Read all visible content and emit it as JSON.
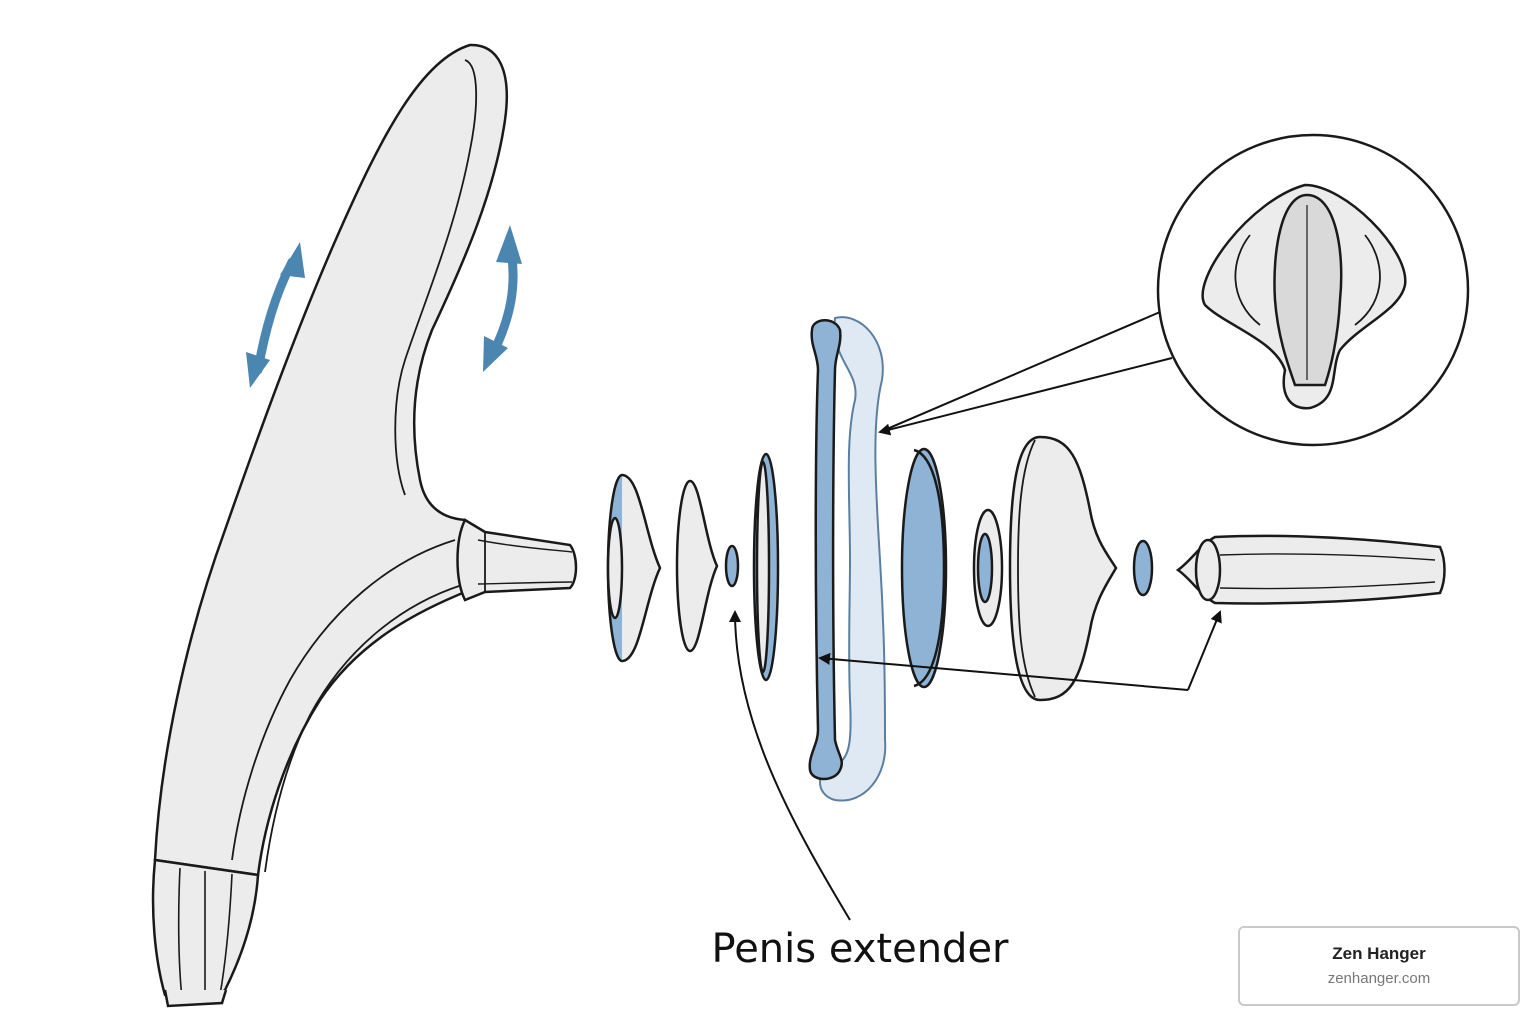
{
  "caption": "Penis extender",
  "brand": {
    "name": "Zen Hanger",
    "url": "zenhanger.com"
  },
  "colors": {
    "outline": "#1a1a1a",
    "body_fill": "#ececec",
    "accent_blue": "#8fb3d4",
    "motion_arrow": "#4a86b0"
  }
}
